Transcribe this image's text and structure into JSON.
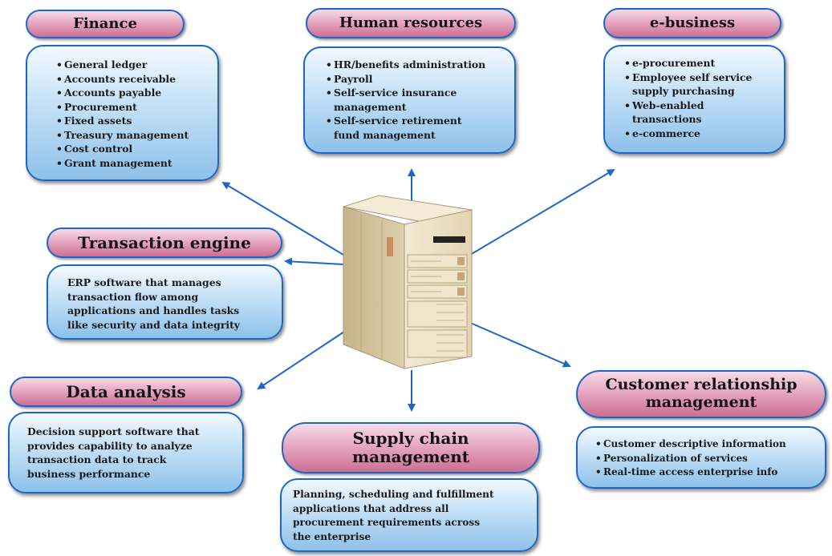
{
  "modules": {
    "finance": {
      "title": "Finance",
      "items": [
        "General ledger",
        "Accounts receivable",
        "Accounts payable",
        "Procurement",
        "Fixed assets",
        "Treasury management",
        "Cost control",
        "Grant management"
      ]
    },
    "human_resources": {
      "title": "Human resources",
      "items": [
        "HR/benefits administration",
        "Payroll",
        "Self-service insurance\nmanagement",
        "Self-service retirement\nfund management"
      ]
    },
    "e_business": {
      "title": "e-business",
      "items": [
        "e-procurement",
        "Employee self service\nsupply purchasing",
        "Web-enabled\ntransactions",
        "e-commerce"
      ]
    },
    "transaction_engine": {
      "title": "Transaction engine",
      "description": "ERP software that manages\ntransaction flow among\napplications and handles tasks\nlike security and data integrity"
    },
    "data_analysis": {
      "title": "Data analysis",
      "description": "Decision support software that\nprovides capability to analyze\ntransaction data to track\nbusiness performance"
    },
    "supply_chain": {
      "title": "Supply chain\nmanagement",
      "description": "Planning, scheduling and fulfillment\napplications that address all\nprocurement requirements across\nthe enterprise"
    },
    "crm": {
      "title": "Customer relationship\nmanagement",
      "items": [
        "Customer descriptive information",
        "Personalization of services",
        "Real-time access enterprise info"
      ]
    }
  },
  "colors": {
    "box_border": "#1e66c8",
    "pill_fill": "#e6a9c1",
    "box_fill": "#c3e0f6",
    "arrow": "#1e66c8",
    "server": "#e9dcbc"
  }
}
